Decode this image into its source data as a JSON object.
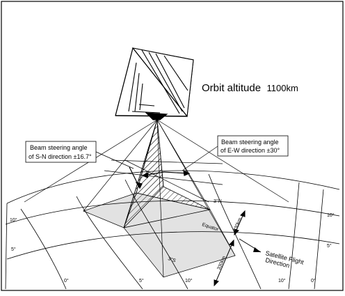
{
  "orbit": {
    "label": "Orbit altitude",
    "value": "1100km"
  },
  "callouts": {
    "sn": {
      "line1": "Beam steering angle",
      "line2": "of S-N direction ±16.7°"
    },
    "ew": {
      "line1": "Beam steering angle",
      "line2": "of E-W direction ±30°"
    }
  },
  "latitudes": {
    "n3": "3°N",
    "equator": "Equator",
    "s3": "3°S"
  },
  "left_labels": {
    "l10": "10°",
    "l5": "5°"
  },
  "right_labels": {
    "r10": "10°",
    "r5": "5°"
  },
  "bottom_labels": {
    "b0a": "0°",
    "b5a": "5°",
    "b10a": "10°",
    "b10b": "10°",
    "b0b": "0°"
  },
  "dimensions": {
    "swath_width": "330km",
    "swath_length": "330km"
  },
  "flight": {
    "line1": "Satellite Flight",
    "line2": "Direction"
  }
}
